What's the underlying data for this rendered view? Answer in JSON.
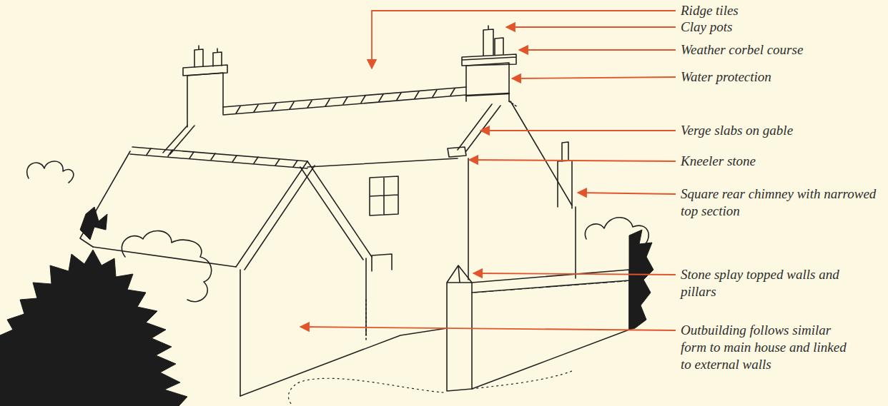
{
  "diagram": {
    "labels": [
      "Ridge tiles",
      "Clay pots",
      "Weather corbel course",
      "Water protection",
      "Verge slabs on gable",
      "Kneeler stone",
      "Square rear chimney with narrowed top section",
      "Stone splay topped walls and pillars",
      "Outbuilding follows similar form to main house and linked to external walls"
    ]
  }
}
